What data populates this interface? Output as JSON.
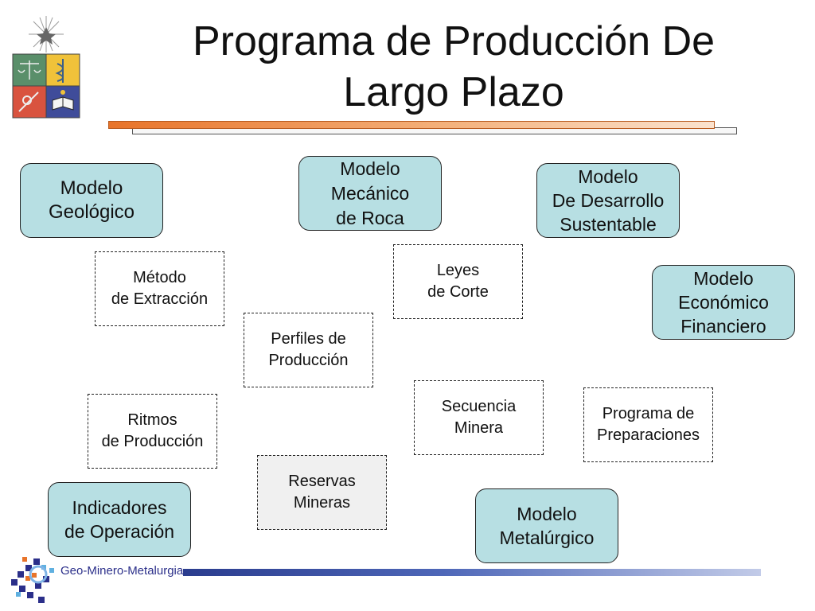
{
  "title": "Programa de Producción De\nLargo Plazo",
  "footer": {
    "brand_text": "Geo-Minero-Metalurgia"
  },
  "colors": {
    "solid_box_fill": "#b7dfe3",
    "accent_orange": "#e8742a",
    "accent_blue": "#2a3c8e"
  },
  "solid_boxes": {
    "modelo_geologico": "Modelo\nGeológico",
    "modelo_mecanico": "Modelo\nMecánico\nde Roca",
    "modelo_desarrollo": "Modelo\nDe Desarrollo\nSustentable",
    "modelo_economico": "Modelo\nEconómico\nFinanciero",
    "indicadores": "Indicadores\nde Operación",
    "modelo_metalurgico": "Modelo\nMetalúrgico"
  },
  "dashed_boxes": {
    "metodo": "Método\nde Extracción",
    "leyes": "Leyes\nde Corte",
    "perfiles": "Perfiles de\nProducción",
    "secuencia": "Secuencia\nMinera",
    "programa": "Programa de\nPreparaciones",
    "ritmos": "Ritmos\nde Producción",
    "reservas": "Reservas\nMineras"
  },
  "icons": {
    "crest": "university-crest-icon",
    "footer_logo": "geo-minero-metalurgia-logo-icon"
  }
}
